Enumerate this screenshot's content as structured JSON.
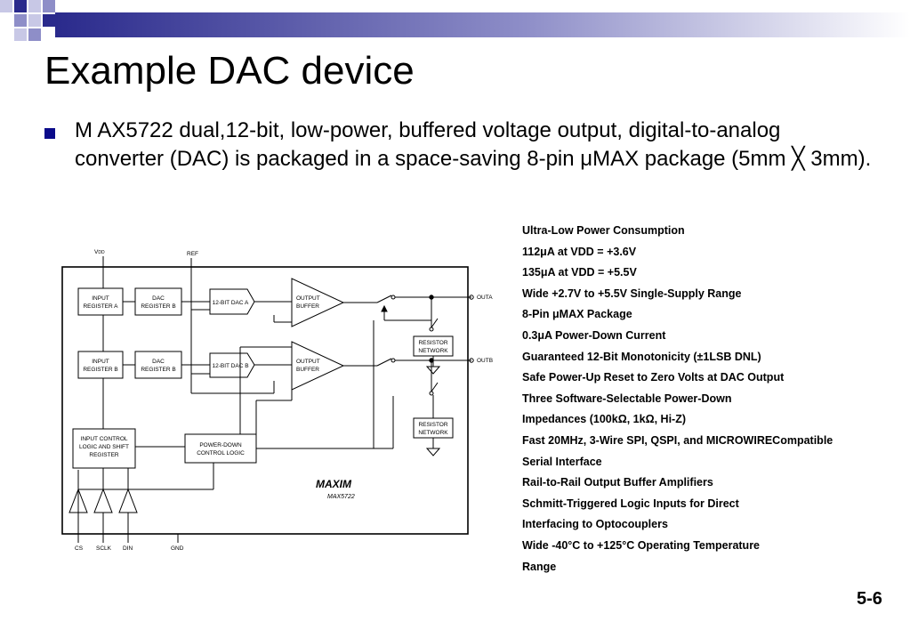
{
  "slide": {
    "title": "Example DAC device",
    "bullet": "M AX5722 dual,12-bit, low-power, buffered voltage output, digital-to-analog converter (DAC) is packaged in a space-saving 8-pin μMAX package (5mm ╳ 3mm).",
    "features": [
      "Ultra-Low Power Consumption",
      "112μA at VDD = +3.6V",
      "135μA at VDD = +5.5V",
      " Wide +2.7V to +5.5V Single-Supply Range",
      " 8-Pin μMAX Package",
      " 0.3μA Power-Down Current",
      " Guaranteed 12-Bit Monotonicity (±1LSB DNL)",
      " Safe Power-Up Reset to Zero Volts at DAC Output",
      " Three Software-Selectable Power-Down",
      "Impedances (100kΩ, 1kΩ, Hi-Z)",
      " Fast 20MHz, 3-Wire SPI, QSPI, and MICROWIRECompatible",
      "Serial Interface",
      " Rail-to-Rail Output Buffer Amplifiers",
      " Schmitt-Triggered Logic Inputs for Direct",
      "Interfacing to Optocouplers",
      " Wide -40°C to +125°C Operating Temperature",
      "Range"
    ],
    "slide_number": "5-6"
  },
  "diagram": {
    "vdd_main": "V",
    "vdd_sub": "DD",
    "ref": "REF",
    "gnd": "GND",
    "outa": "OUTA",
    "outb": "OUTB",
    "input_reg_a": [
      "INPUT",
      "REGISTER A"
    ],
    "dac_reg_a": [
      "DAC",
      "REGISTER B"
    ],
    "input_reg_b": [
      "INPUT",
      "REGISTER B"
    ],
    "dac_reg_b": [
      "DAC",
      "REGISTER B"
    ],
    "dac_a": "12-BIT DAC A",
    "dac_b": "12-BIT DAC B",
    "buffer_a": [
      "OUTPUT",
      "BUFFER"
    ],
    "buffer_b": [
      "OUTPUT",
      "BUFFER"
    ],
    "resistor_net_a": [
      "RESISTOR",
      "NETWORK"
    ],
    "resistor_net_b": [
      "RESISTOR",
      "NETWORK"
    ],
    "input_control": [
      "INPUT CONTROL",
      "LOGIC AND SHIFT",
      "REGISTER"
    ],
    "power_down": [
      "POWER-DOWN",
      "CONTROL LOGIC"
    ],
    "pins": [
      "CS",
      "SCLK",
      "DIN"
    ],
    "brand_logo": "MAXIM",
    "part_number": "MAX5722"
  },
  "colors": {
    "bullet": "#0b0b8a",
    "topbar_dark": "#2a2a8c",
    "topbar_light": "#ffffff"
  }
}
